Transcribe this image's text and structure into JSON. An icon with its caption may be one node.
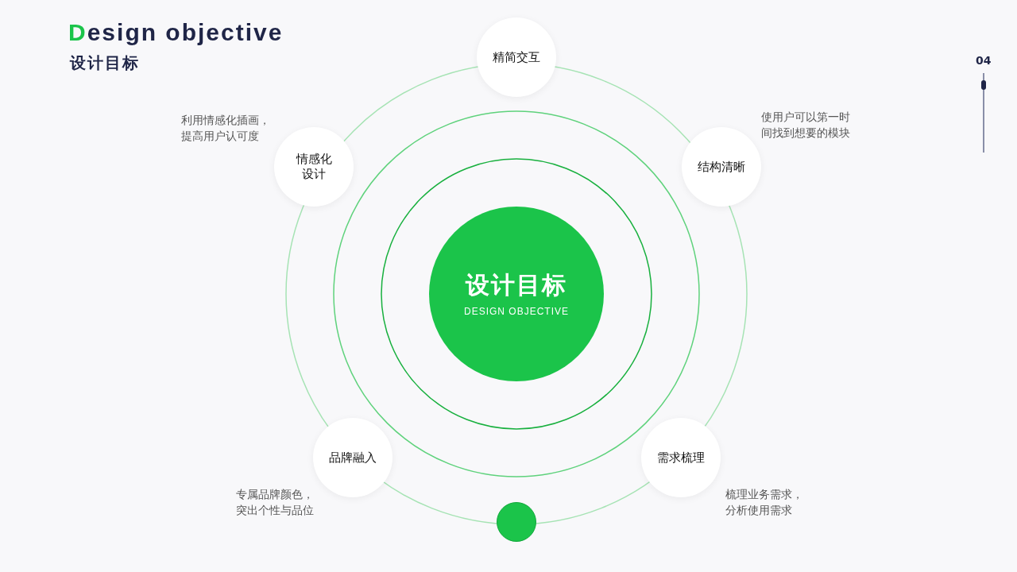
{
  "diagram": {
    "title": "Design objective",
    "nodes": [
      {
        "text": [
          "精简交互"
        ]
      },
      {
        "text": [
          "情感化设计"
        ],
        "beside": [
          "利用情感化插画，提高用户认可度"
        ]
      },
      {
        "text": [
          "结构清晰"
        ],
        "beside": [
          "使用户可以第一时间找到想要的模块"
        ]
      },
      {
        "text": [
          "设计目标",
          "DESIGN OBJECTIVE"
        ]
      },
      {
        "text": [
          "品牌融入"
        ],
        "beside": [
          "专属品牌颜色，突出个性与品位"
        ]
      },
      {
        "text": [
          "需求梳理"
        ],
        "beside": [
          "梳理业务需求，分析使用需求"
        ]
      },
      {
        "text": [],
        "shape": "circle"
      }
    ],
    "labels": [
      "设计目标",
      "04"
    ]
  }
}
